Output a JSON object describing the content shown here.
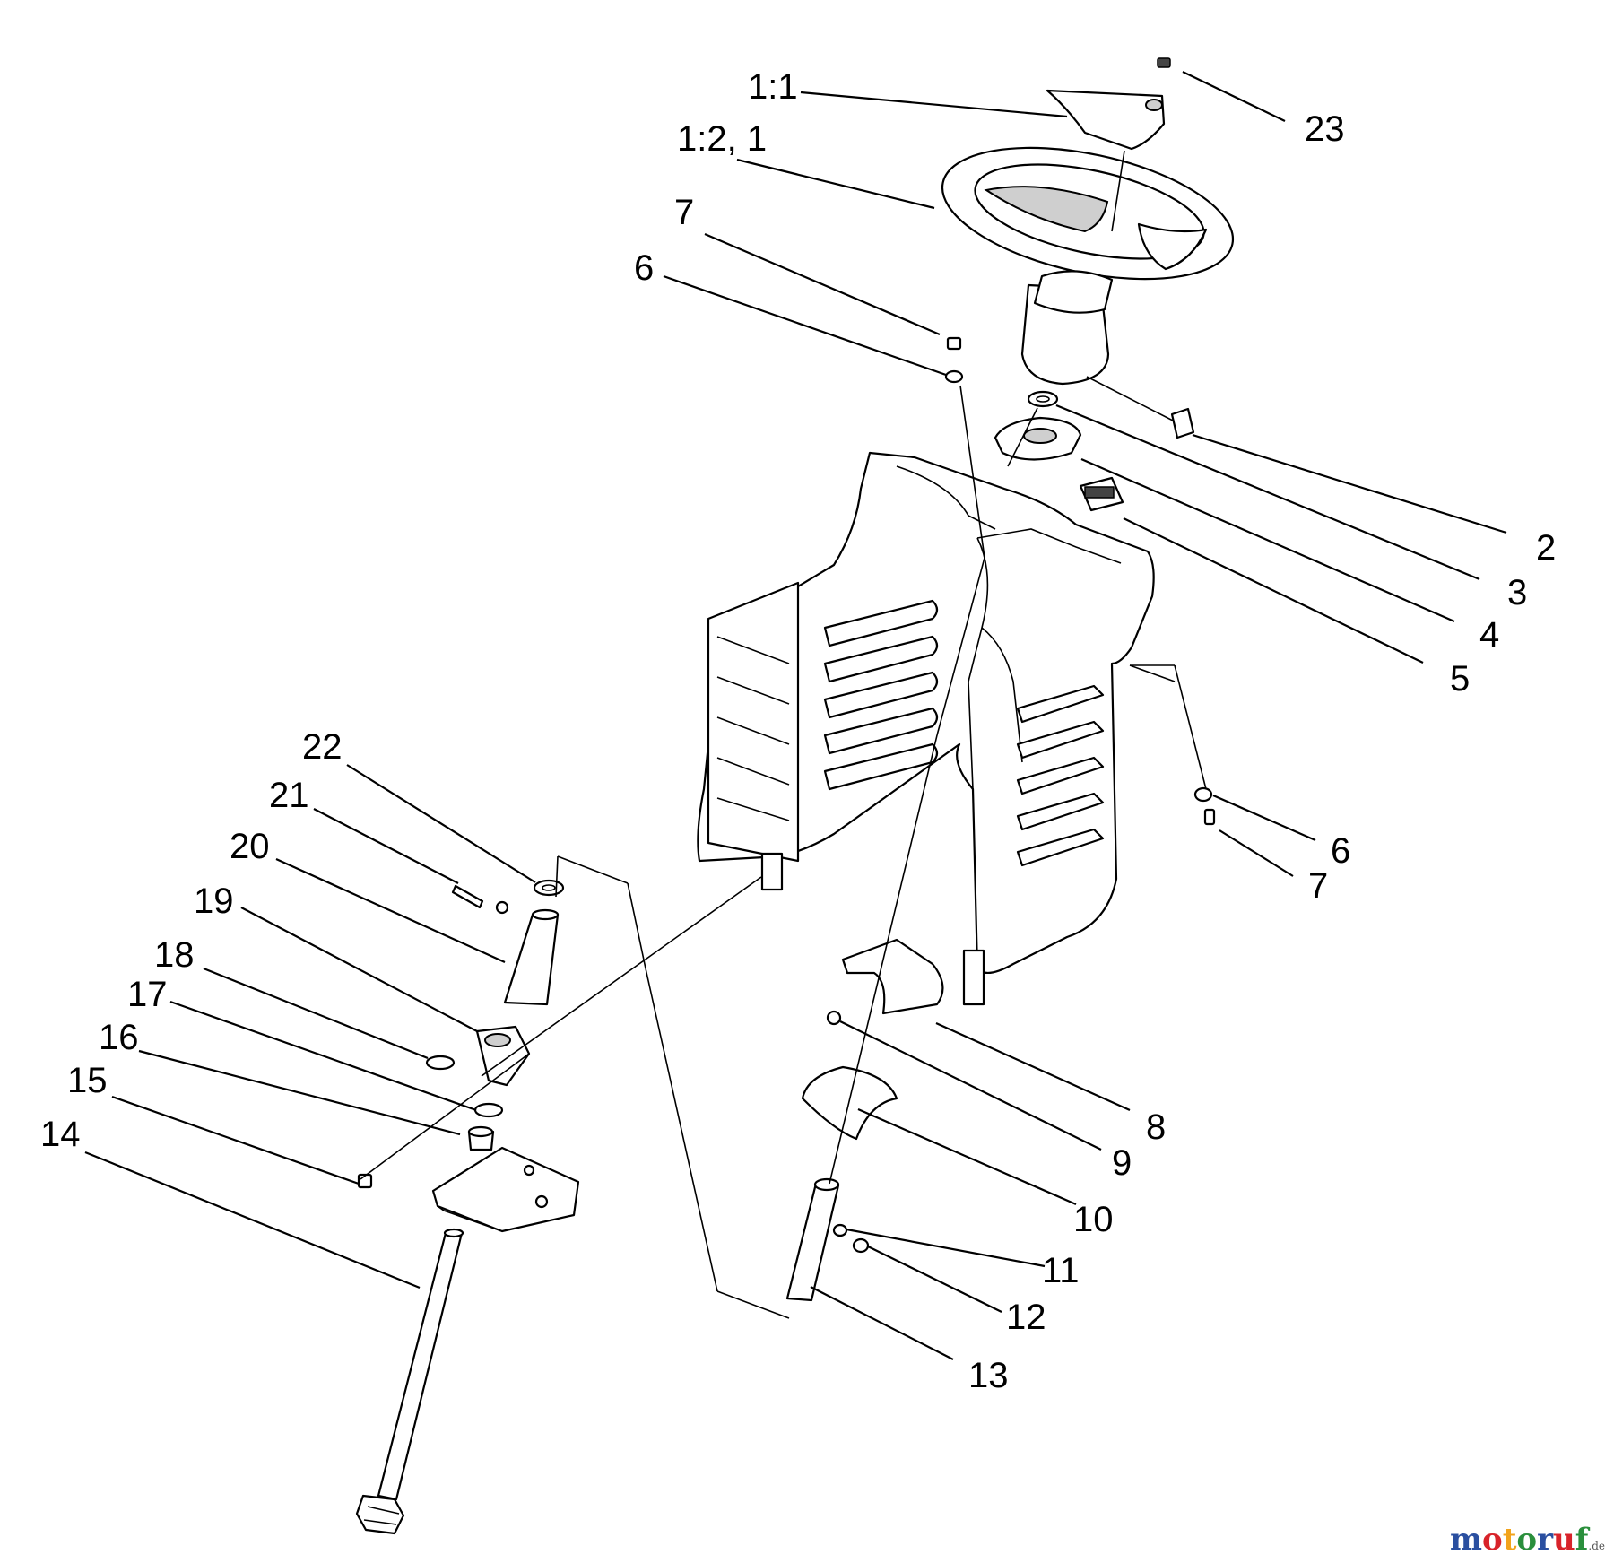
{
  "callouts": [
    {
      "id": "1:1",
      "label": "1:1"
    },
    {
      "id": "1:2, 1",
      "label": "1:2, 1"
    },
    {
      "id": "23",
      "label": "23"
    },
    {
      "id": "7a",
      "label": "7"
    },
    {
      "id": "6a",
      "label": "6"
    },
    {
      "id": "2",
      "label": "2"
    },
    {
      "id": "3",
      "label": "3"
    },
    {
      "id": "4",
      "label": "4"
    },
    {
      "id": "5",
      "label": "5"
    },
    {
      "id": "6b",
      "label": "6"
    },
    {
      "id": "7b",
      "label": "7"
    },
    {
      "id": "22",
      "label": "22"
    },
    {
      "id": "21",
      "label": "21"
    },
    {
      "id": "20",
      "label": "20"
    },
    {
      "id": "19",
      "label": "19"
    },
    {
      "id": "18",
      "label": "18"
    },
    {
      "id": "17",
      "label": "17"
    },
    {
      "id": "16",
      "label": "16"
    },
    {
      "id": "15",
      "label": "15"
    },
    {
      "id": "14",
      "label": "14"
    },
    {
      "id": "8",
      "label": "8"
    },
    {
      "id": "9",
      "label": "9"
    },
    {
      "id": "10",
      "label": "10"
    },
    {
      "id": "11",
      "label": "11"
    },
    {
      "id": "12",
      "label": "12"
    },
    {
      "id": "13",
      "label": "13"
    }
  ],
  "watermark": {
    "brand": "motoruf",
    "suffix": ".de",
    "colors": [
      "#2a4fa0",
      "#d8232a",
      "#f2a31b",
      "#2a8f3c",
      "#2a4fa0",
      "#d8232a",
      "#2a8f3c"
    ]
  }
}
